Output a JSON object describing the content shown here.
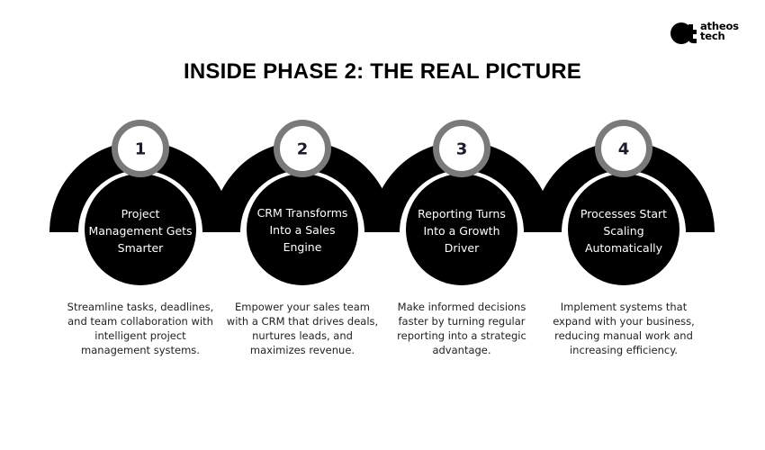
{
  "brand": {
    "logo_icon": "atheos-logo-mark",
    "name_line1": "atheos",
    "name_line2": "tech"
  },
  "title": "INSIDE PHASE 2: THE REAL PICTURE",
  "colors": {
    "arc": "#000000",
    "number_ring": "#7a7a7a",
    "number_text": "#1b1b2b",
    "label_text": "#ffffff",
    "background": "#ffffff"
  },
  "steps": [
    {
      "number": "1",
      "label": "Project Management Gets Smarter",
      "description": "Streamline tasks, deadlines, and team collaboration with intelligent project management systems."
    },
    {
      "number": "2",
      "label": "CRM Transforms Into a Sales Engine",
      "description": "Empower your sales team with a CRM that drives deals, nurtures leads, and maximizes revenue."
    },
    {
      "number": "3",
      "label": "Reporting Turns Into a Growth Driver",
      "description": "Make informed decisions faster by turning regular reporting into a strategic advantage."
    },
    {
      "number": "4",
      "label": "Processes Start Scaling Automatically",
      "description": "Implement systems that expand with your business, reducing manual work and increasing efficiency."
    }
  ]
}
